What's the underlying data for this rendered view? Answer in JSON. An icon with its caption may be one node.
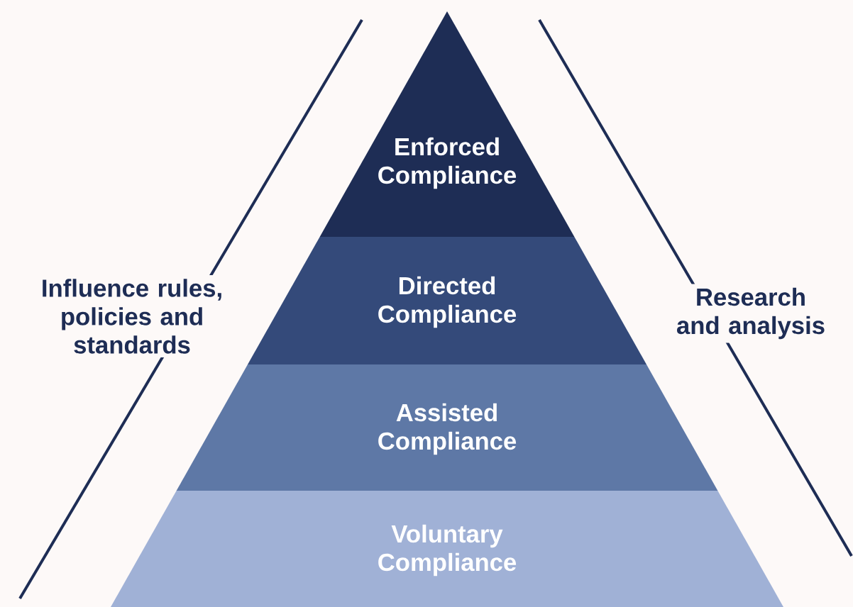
{
  "diagram": {
    "nodes": [
      {
        "text": [
          "Enforced Compliance"
        ]
      },
      {
        "text": [
          "Directed Compliance"
        ]
      },
      {
        "text": [
          "Assisted Compliance"
        ]
      },
      {
        "text": [
          "Voluntary Compliance"
        ]
      }
    ],
    "labels": [
      "Influence rules, policies and standards",
      "Research and analysis"
    ]
  }
}
